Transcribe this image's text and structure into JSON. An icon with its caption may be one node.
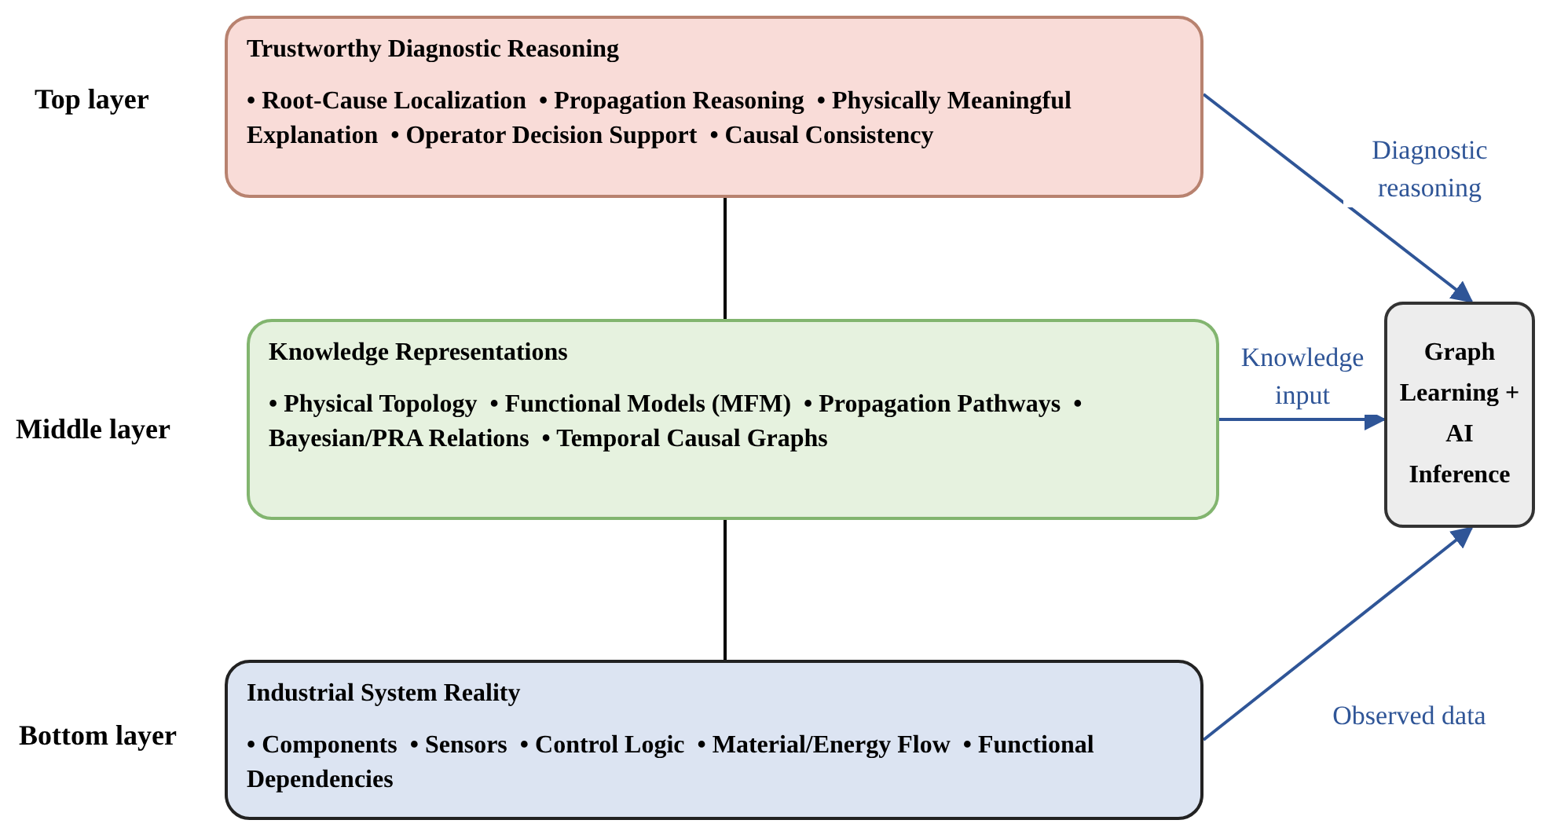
{
  "diagram": {
    "nodes": [
      {
        "text": [
          "Trustworthy Diagnostic Reasoning",
          "• Root-Cause Localization",
          "• Propagation Reasoning",
          "• Physically Meaningful Explanation",
          "• Operator Decision Support",
          "• Causal Consistency"
        ]
      },
      {
        "text": [
          "Knowledge Representations",
          "• Physical Topology",
          "• Functional Models (MFM)",
          "• Propagation Pathways",
          "• Bayesian/PRA Relations",
          "• Temporal Causal Graphs"
        ]
      },
      {
        "text": [
          "Industrial System Reality",
          "• Components",
          "• Sensors",
          "• Control Logic",
          "• Material/Energy Flow",
          "• Functional Dependencies"
        ]
      },
      {
        "text": [
          "Graph Learning + AI Inference"
        ]
      }
    ],
    "edges": [
      {
        "from": 0,
        "to": 1,
        "arrow": "none",
        "color": "#000000"
      },
      {
        "from": 1,
        "to": 2,
        "arrow": "none",
        "color": "#000000"
      },
      {
        "from": 0,
        "to": 3,
        "arrow": "to",
        "label": "Diagnostic reasoning"
      },
      {
        "from": 1,
        "to": 3,
        "arrow": "to",
        "label": "Knowledge input"
      },
      {
        "from": 2,
        "to": 3,
        "arrow": "to",
        "label": "Observed data"
      }
    ],
    "labels": [
      "Top layer",
      "Middle layer",
      "Bottom layer"
    ]
  }
}
